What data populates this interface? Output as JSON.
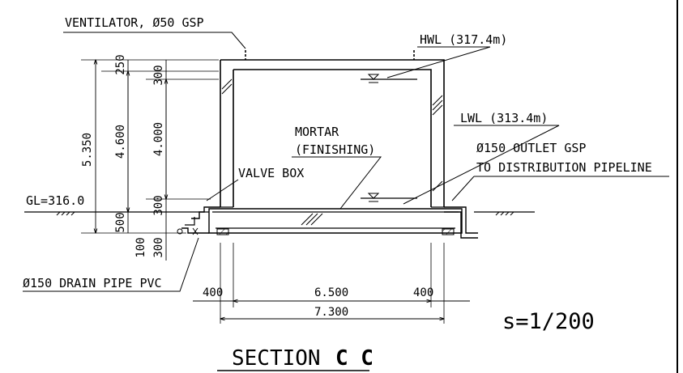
{
  "labels": {
    "ventilator": "VENTILATOR, Ø50 GSP",
    "hwl": "HWL (317.4m)",
    "lwl": "LWL (313.4m)",
    "mortar": "MORTAR",
    "finishing": "(FINISHING)",
    "outlet_line1": "Ø150 OUTLET GSP",
    "outlet_line2": "TO DISTRIBUTION PIPELINE",
    "valve_box": "VALVE BOX",
    "gl": "GL=316.0",
    "drain_pipe": "Ø150 DRAIN PIPE PVC",
    "scale": "s=1/200",
    "section_title": "SECTION",
    "section_letters": "C C"
  },
  "dimensions": {
    "v_5350": "5.350",
    "v_4600": "4.600",
    "v_4000": "4.000",
    "v_250": "250",
    "v_300_top": "300",
    "v_300_mid": "300",
    "v_500": "500",
    "v_100": "100",
    "v_300_bot": "300",
    "h_400_left": "400",
    "h_6500": "6.500",
    "h_400_right": "400",
    "h_7300": "7.300"
  }
}
